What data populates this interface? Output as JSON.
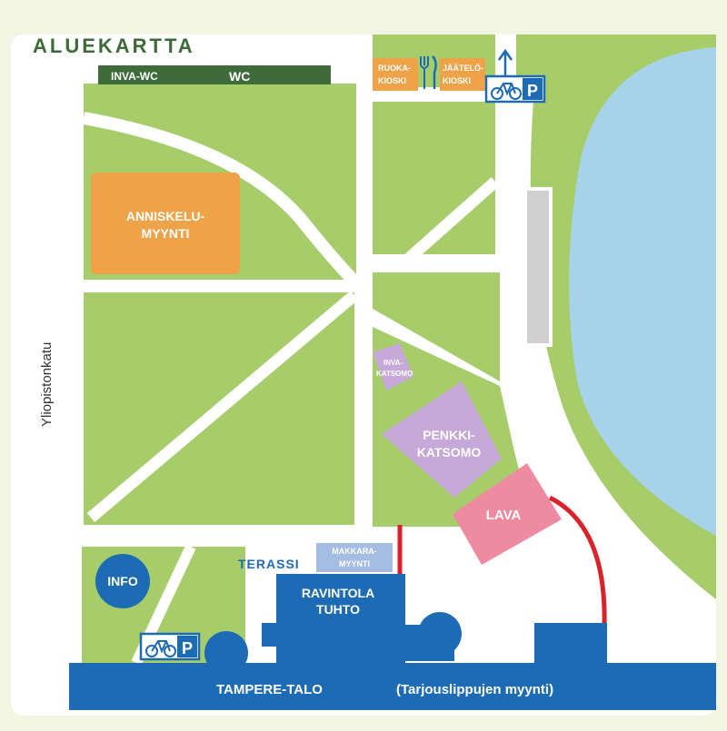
{
  "map": {
    "title": "ALUEKARTTA",
    "street_name": "Yliopistonkatu",
    "wc_bar": {
      "inva_wc": "INVA-WC",
      "wc": "WC"
    },
    "kiosks": {
      "ruoka_line1": "RUOKA-",
      "ruoka_line2": "KIOSKI",
      "jaatelo_line1": "JÄÄTELÖ-",
      "jaatelo_line2": "KIOSKI",
      "fork_knife_icon": "fork-knife-icon"
    },
    "parking_top": {
      "icon": "bicycle-icon",
      "letter": "P",
      "arrow_icon": "arrow-up-icon"
    },
    "parking_bottom": {
      "icon": "bicycle-icon",
      "letter": "P"
    },
    "anniskelu_line1": "ANNISKELU-",
    "anniskelu_line2": "MYYNTI",
    "inva_katsomo_line1": "INVA-",
    "inva_katsomo_line2": "KATSOMO",
    "penkki_line1": "PENKKI-",
    "penkki_line2": "KATSOMO",
    "lava": "LAVA",
    "info": "INFO",
    "terassi": "TERASSI",
    "makkara_line1": "MAKKARA-",
    "makkara_line2": "MYYNTI",
    "ravintola_line1": "RAVINTOLA",
    "ravintola_line2": "TUHTO",
    "tampere_talo": "TAMPERE-TALO",
    "tarjous": "(Tarjouslippujen myynti)",
    "colors": {
      "grass": "#a6cd6a",
      "water": "#a6d3ea",
      "building": "#1d6bb5",
      "anniskelu": "#eea348",
      "katsomo": "#c6a9d8",
      "lava": "#ef8ba0",
      "path_red": "#d9222a",
      "wc_bar": "#3f6b3a",
      "kiosk": "#eea348",
      "title": "#3d6b37"
    }
  }
}
